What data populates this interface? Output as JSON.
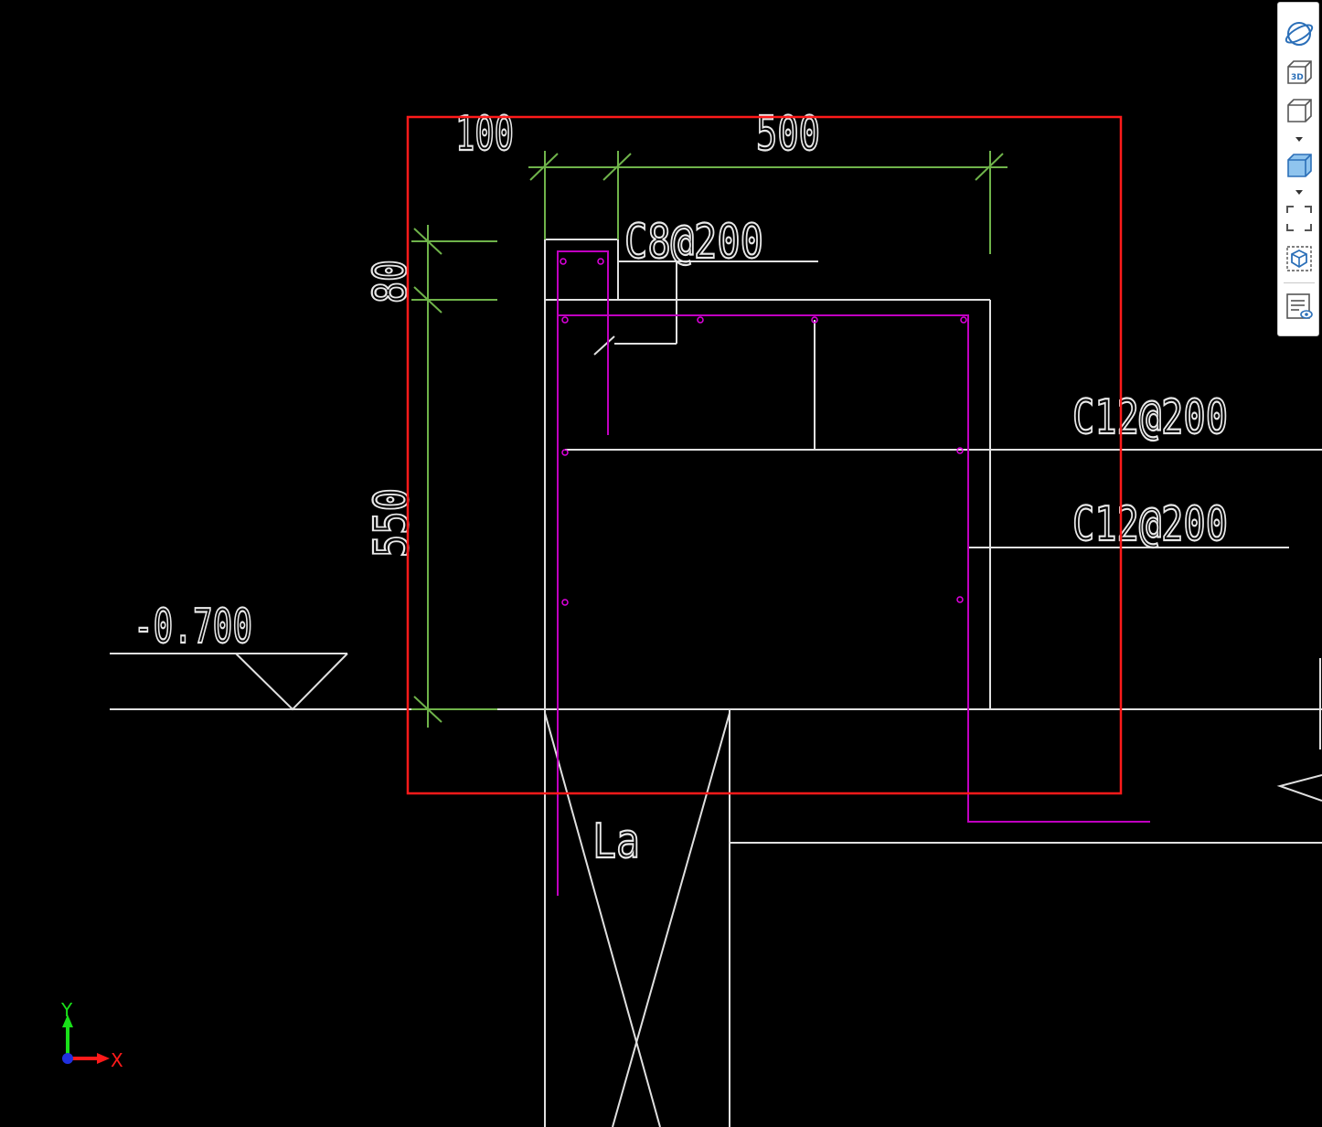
{
  "drawing": {
    "dim_top_left": "100",
    "dim_top_right": "500",
    "dim_left_top": "80",
    "dim_left_bottom": "550",
    "label_stirrup": "C8@200",
    "label_bar_1": "C12@200",
    "label_bar_2": "C12@200",
    "elevation": "-0.700",
    "label_anchor": "La"
  },
  "axes": {
    "x_label": "X",
    "y_label": "Y"
  },
  "toolbar": {
    "items": [
      "orbit-icon",
      "view-3d-icon",
      "view-cube-icon",
      "shaded-cube-icon",
      "zoom-extents-icon",
      "isolate-object-icon",
      "properties-icon"
    ]
  },
  "colors": {
    "background": "#000000",
    "geometry": "#e8e8e8",
    "dimension": "#6fb34a",
    "rebar": "#c000c0",
    "selection": "#ff1a1a"
  }
}
